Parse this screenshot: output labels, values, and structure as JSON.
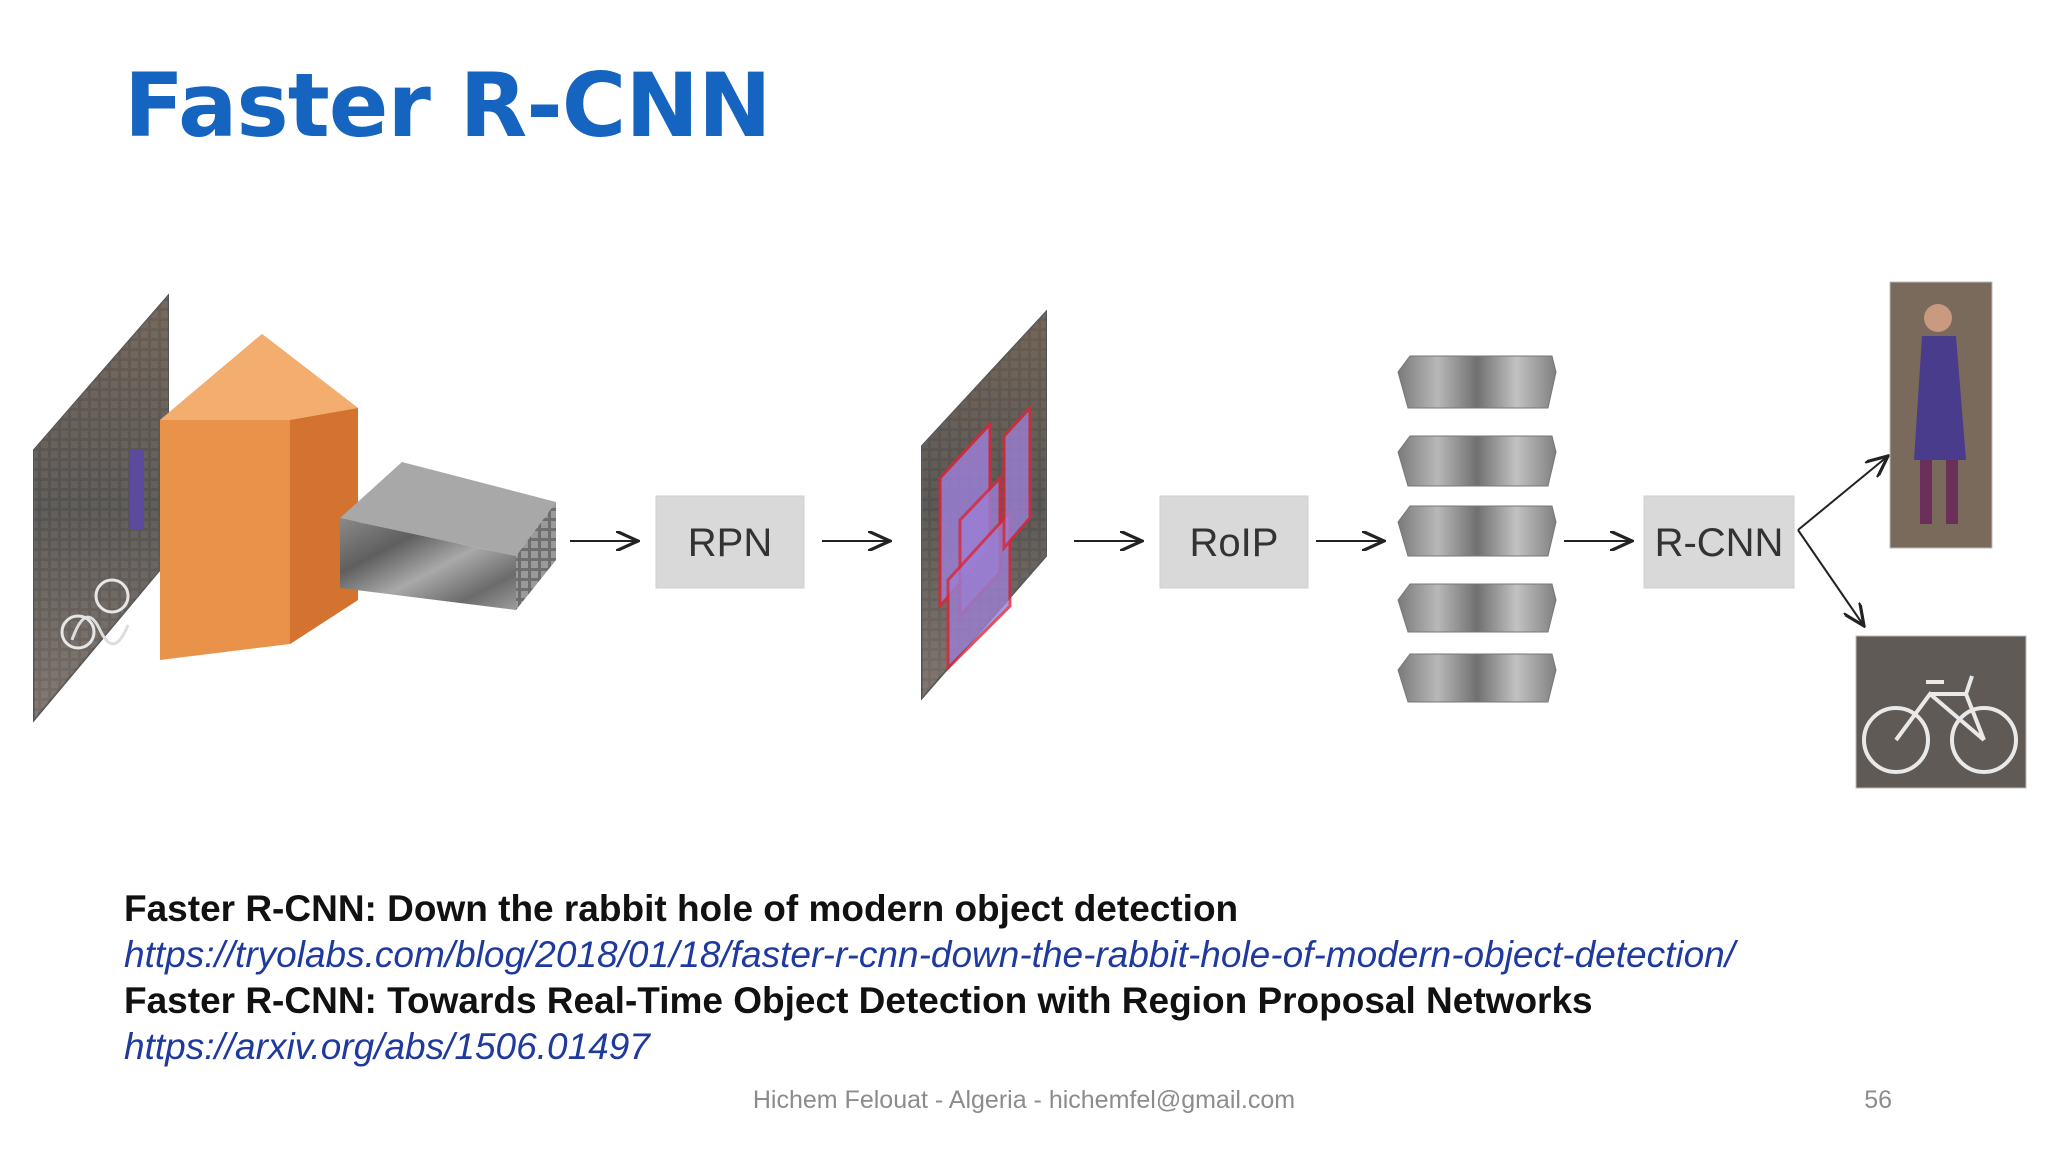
{
  "slide": {
    "title": "Faster R-CNN",
    "page_number": "56",
    "footer": "Hichem Felouat - Algeria - hichemfel@gmail.com"
  },
  "diagram": {
    "stages": [
      {
        "label": "RPN"
      },
      {
        "label": "RoIP"
      },
      {
        "label": "R-CNN"
      }
    ]
  },
  "references": [
    {
      "title": "Faster R-CNN: Down the rabbit hole of modern object detection",
      "url": "https://tryolabs.com/blog/2018/01/18/faster-r-cnn-down-the-rabbit-hole-of-modern-object-detection/"
    },
    {
      "title": "Faster R-CNN: Towards Real-Time Object Detection with Region Proposal Networks",
      "url": "https://arxiv.org/abs/1506.01497"
    }
  ],
  "colors": {
    "title": "#1565c0",
    "link": "#1f3a9e",
    "cnn_block": "#e8924a",
    "box_fill": "#d9d9d9",
    "proposal": "#9b7fd4"
  }
}
